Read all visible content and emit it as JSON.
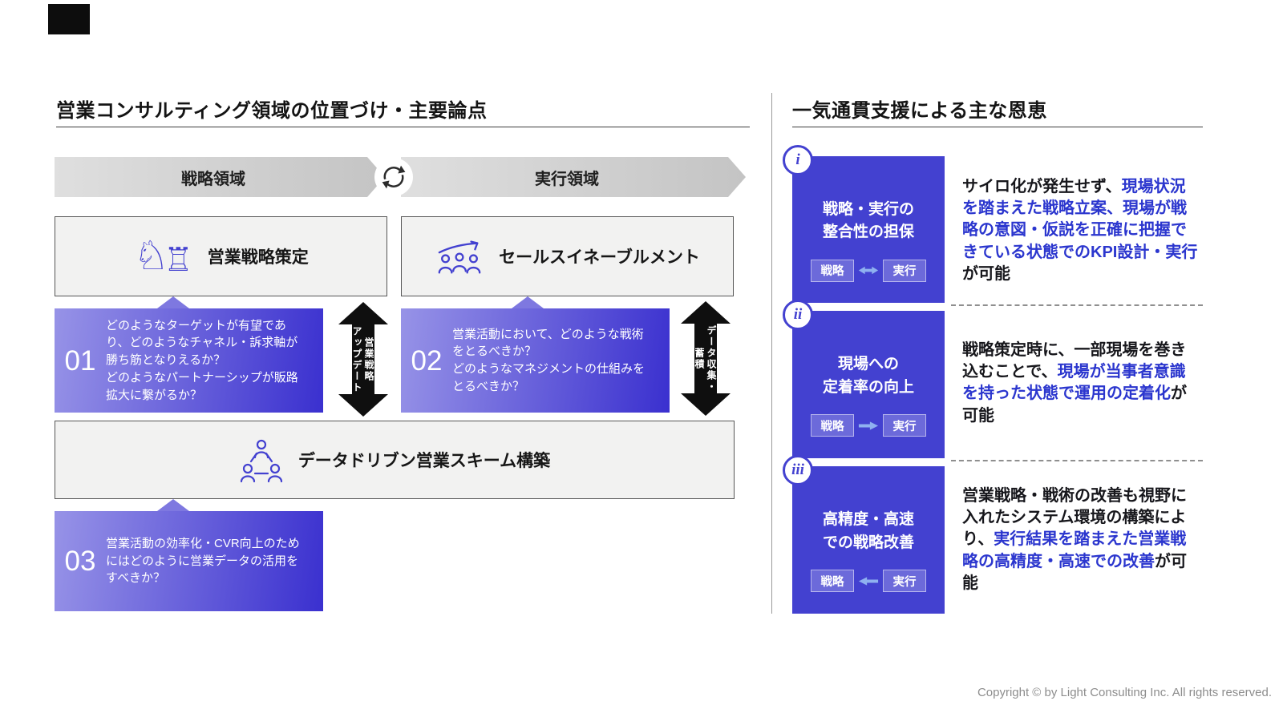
{
  "colors": {
    "accent": "#4341d0",
    "highlight": "#2b36ce",
    "qcard-light": "#9793e7",
    "qcard-dark": "#3a30cf"
  },
  "icons": {
    "chess_knight": "♘",
    "chess_rook": "♖"
  },
  "left_panel": {
    "title": "営業コンサルティング領域の位置づけ・主要論点",
    "strategy_banner": "戦略領域",
    "execution_banner": "実行領域",
    "strategy_box_label": "営業戦略策定",
    "enablement_box_label": "セールスイネーブルメント",
    "datadriven_box_label": "データドリブン営業スキーム構築",
    "update_arrow": {
      "line1": "営業戦略",
      "line2": "アップデート"
    },
    "collect_arrow": {
      "line1": "データ収集・",
      "line2": "蓄積"
    },
    "questions": [
      {
        "number": "01",
        "text": "どのようなターゲットが有望であり、どのようなチャネル・訴求軸が勝ち筋となりえるか？\nどのようなパートナーシップが販路拡大に繋がるか？"
      },
      {
        "number": "02",
        "text": "営業活動において、どのような戦術をとるべきか？\nどのようなマネジメントの仕組みをとるべきか？"
      },
      {
        "number": "03",
        "text": "営業活動の効率化・CVR向上のためにはどのように営業データの活用をすべきか？"
      }
    ]
  },
  "right_panel": {
    "title": "一気通貫支援による主な恩恵",
    "benefits": [
      {
        "numeral": "i",
        "box_title": "戦略・実行の\n整合性の担保",
        "strategy_chip": "戦略",
        "execution_chip": "実行",
        "arrow_direction": "both",
        "description": [
          {
            "text": "サイロ化が発生せず、",
            "em": false
          },
          {
            "text": "現場状況を踏まえた戦略立案、現場が戦略の意図・仮説を正確に把握できている状態でのKPI設計・実行",
            "em": true
          },
          {
            "text": "が可能",
            "em": false
          }
        ]
      },
      {
        "numeral": "ii",
        "box_title": "現場への\n定着率の向上",
        "strategy_chip": "戦略",
        "execution_chip": "実行",
        "arrow_direction": "right",
        "description": [
          {
            "text": "戦略策定時に、一部現場を巻き込むことで、",
            "em": false
          },
          {
            "text": "現場が当事者意識を持った状態で運用の定着化",
            "em": true
          },
          {
            "text": "が可能",
            "em": false
          }
        ]
      },
      {
        "numeral": "iii",
        "box_title": "高精度・高速\nでの戦略改善",
        "strategy_chip": "戦略",
        "execution_chip": "実行",
        "arrow_direction": "left",
        "description": [
          {
            "text": "営業戦略・戦術の改善も視野に入れたシステム環境の構築により、",
            "em": false
          },
          {
            "text": "実行結果を踏まえた営業戦略の高精度・高速での改善",
            "em": true
          },
          {
            "text": "が可能",
            "em": false
          }
        ]
      }
    ]
  },
  "footer": {
    "copyright": "Copyright © by Light Consulting Inc. All rights reserved."
  }
}
